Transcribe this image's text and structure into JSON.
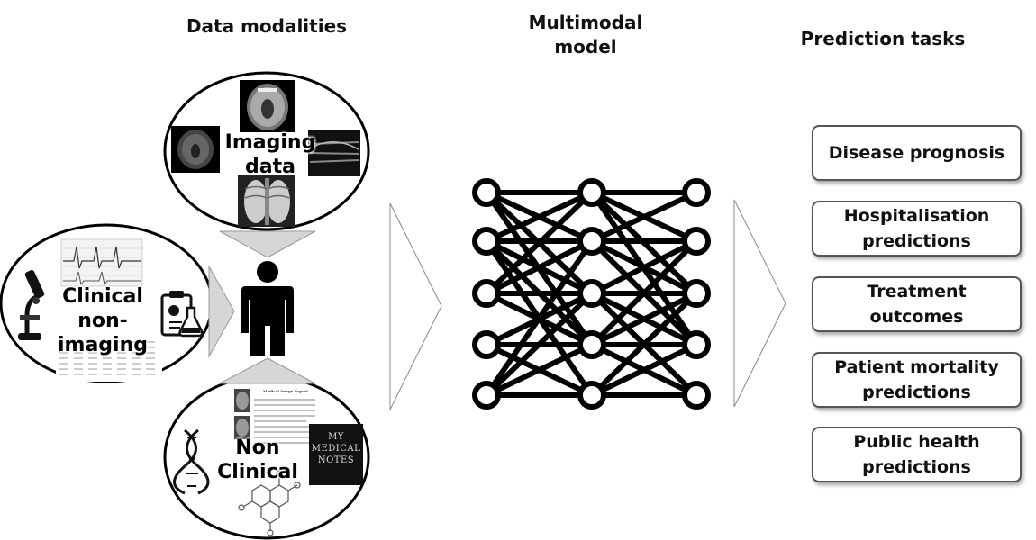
{
  "headings": {
    "data_modalities": "Data modalities",
    "model_line1": "Multimodal",
    "model_line2": "model",
    "prediction_tasks": "Prediction tasks"
  },
  "modalities": {
    "imaging": {
      "line1": "Imaging",
      "line2": "data"
    },
    "clinical": {
      "line1": "Clinical",
      "line2": "non-",
      "line3": "imaging"
    },
    "non_clinical": {
      "line1": "Non",
      "line2": "Clinical"
    }
  },
  "notes_cover": {
    "line1": "MY",
    "line2": "MEDICAL",
    "line3": "NOTES"
  },
  "report": {
    "title": "Medical Image Report"
  },
  "tasks": [
    {
      "line1": "Disease prognosis",
      "line2": ""
    },
    {
      "line1": "Hospitalisation",
      "line2": "predictions"
    },
    {
      "line1": "Treatment outcomes",
      "line2": ""
    },
    {
      "line1": "Patient mortality",
      "line2": "predictions"
    },
    {
      "line1": "Public health",
      "line2": "predictions"
    }
  ],
  "icons": [
    "brain-scan-icon",
    "mri-icon",
    "ultrasound-icon",
    "chest-xray-icon",
    "ecg-icon",
    "microscope-icon",
    "clipboard-flask-icon",
    "person-icon",
    "dna-icon",
    "molecule-icon",
    "neural-network-icon"
  ],
  "colors": {
    "arrow_fill": "#d6d6d6",
    "box_border": "#555555",
    "network": "#000000"
  }
}
